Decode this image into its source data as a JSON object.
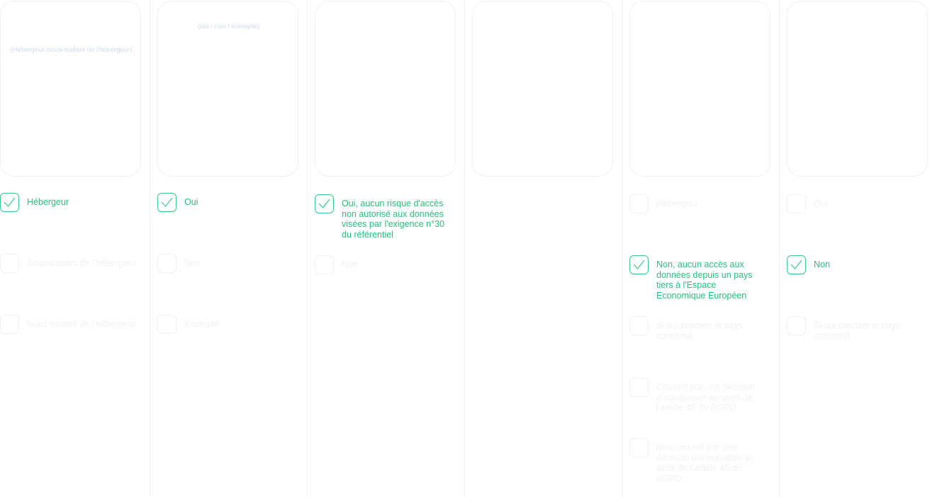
{
  "colors": {
    "accent": "#27c07d",
    "muted_text": "#f0f2f5",
    "hint_text": "#cfdaf0",
    "border": "#eef0f3"
  },
  "columns": [
    {
      "hint": "(Hébergeur /sous-traitant de l'hébergeur)",
      "options": [
        {
          "label": "Hébergeur",
          "checked": true
        },
        {
          "label": "Sous-traitant de l'hébergeur",
          "checked": false
        },
        {
          "label": "Sous-traitant de l'hébergeur",
          "checked": false
        }
      ]
    },
    {
      "hint": "(oui / non / exempté)",
      "options": [
        {
          "label": "Oui",
          "checked": true
        },
        {
          "label": "Non",
          "checked": false
        },
        {
          "label": "Exempté",
          "checked": false
        }
      ]
    },
    {
      "hint": "",
      "options": [
        {
          "label": "Oui, aucun risque d'accès non autorisé aux données visées par l'exigence n°30 du référentiel",
          "checked": true
        },
        {
          "label": "Non",
          "checked": false
        }
      ]
    },
    {
      "hint": "",
      "options": []
    },
    {
      "hint": "",
      "options": [
        {
          "label": "Hébergeur",
          "checked": false
        },
        {
          "label": "Non, aucun accès aux données depuis un pays tiers à l'Espace Economique Européen",
          "checked": true
        },
        {
          "label": "Si oui préciser le pays concerné",
          "checked": false
        },
        {
          "label": "Couvert par une décision d'adéquation au sens de l'article 45 du RGPD :",
          "checked": false
        },
        {
          "label": "Non couvert par une décision d'adéquation au sens de l'article 45 du RGPD :",
          "checked": false
        }
      ]
    },
    {
      "hint": "",
      "options": [
        {
          "label": "Oui",
          "checked": false
        },
        {
          "label": "Non",
          "checked": true
        },
        {
          "label": "Si oui préciser le pays concerné",
          "checked": false
        }
      ]
    }
  ]
}
